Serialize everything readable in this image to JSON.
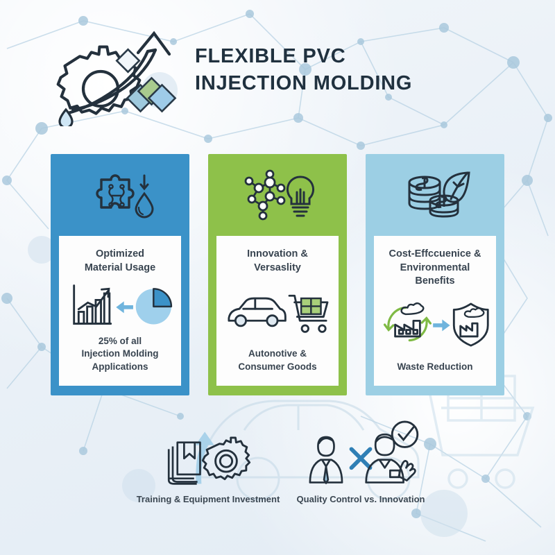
{
  "header": {
    "logo_icon": "gear-growth-arrow-icon",
    "title_line1": "FLEXIBLE PVC",
    "title_line2": "INJECTION MOLDING"
  },
  "cards": [
    {
      "id": "optimized-material-usage",
      "band_color": "#3b92c8",
      "band_icon": "puzzle-polymer-droplet-icon",
      "title": "Optimized\nMaterial Usage",
      "title_line1": "Optimized",
      "title_line2": "Material Usage",
      "graphic_icon": "bar-chart-pie-chart-icon",
      "caption_line1": "25% of all",
      "caption_line2": "Injection Molding",
      "caption_line3": "Applications",
      "pie_percent": 25
    },
    {
      "id": "innovation-versatility",
      "band_color": "#8ec14a",
      "band_icon": "molecule-lightbulb-icon",
      "title_line1": "Innovation &",
      "title_line2": "Versaslity",
      "graphic_icon": "car-shopping-cart-icon",
      "caption_line1": "Autonotive &",
      "caption_line2": "Consumer Goods"
    },
    {
      "id": "cost-effectiveness-environmental",
      "band_color": "#9ccfe4",
      "band_icon": "coins-leaf-icon",
      "title_line1": "Cost-Effccuenice &",
      "title_line2": "Environmental",
      "title_line3": "Benefits",
      "graphic_icon": "recycling-factory-shield-icon",
      "caption_line1": "Waste Reduction"
    }
  ],
  "footer": {
    "groups": [
      {
        "id": "training-equipment",
        "icon": "book-arrow-gear-icon",
        "label": "Training & Equipment Investment"
      },
      {
        "id": "quality-vs-innovation",
        "icon": "two-people-cross-check-icon",
        "label": "Quality Control vs. Innovation"
      }
    ]
  },
  "colors": {
    "accent_blue": "#3b92c8",
    "accent_green": "#8ec14a",
    "accent_light_blue": "#9ccfe4",
    "ink": "#20313f",
    "background": "#eef3f8"
  }
}
